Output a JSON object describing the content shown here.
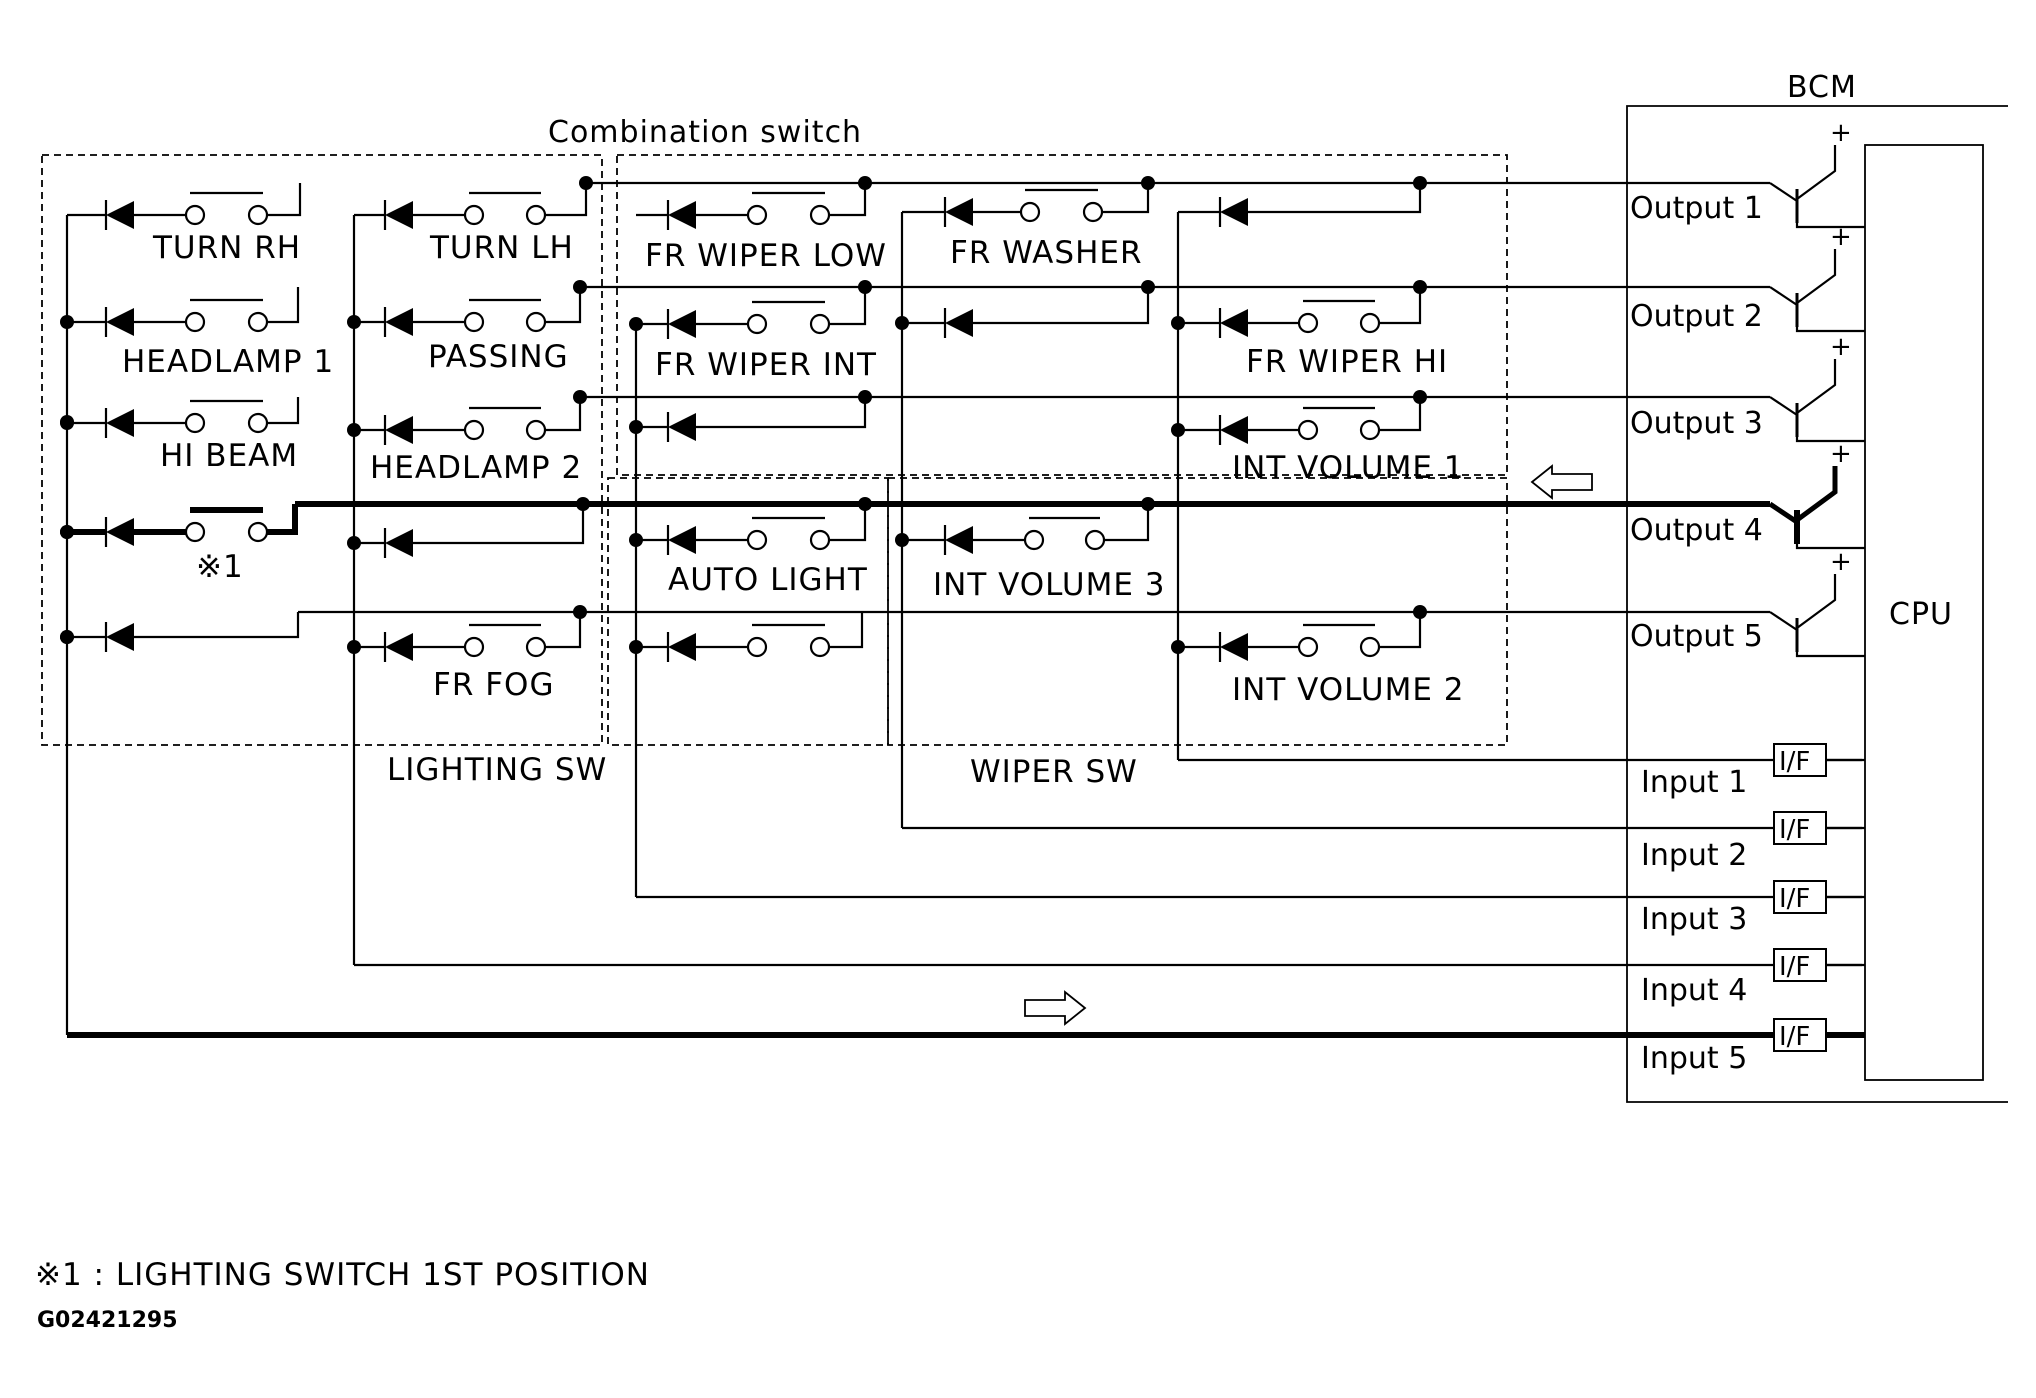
{
  "title": "Combination switch",
  "bcm_label": "BCM",
  "cpu_label": "CPU",
  "lighting_sw_label": "LIGHTING SW",
  "wiper_sw_label": "WIPER SW",
  "switches": {
    "turn_rh": "TURN RH",
    "turn_lh": "TURN LH",
    "fr_wiper_low": "FR WIPER LOW",
    "fr_washer": "FR WASHER",
    "headlamp_1": "HEADLAMP 1",
    "passing": "PASSING",
    "fr_wiper_int": "FR WIPER INT",
    "fr_wiper_hi": "FR WIPER HI",
    "hi_beam": "HI BEAM",
    "headlamp_2": "HEADLAMP 2",
    "int_volume_1": "INT VOLUME 1",
    "note_ref": "※1",
    "auto_light": "AUTO LIGHT",
    "int_volume_3": "INT VOLUME 3",
    "fr_fog": "FR FOG",
    "int_volume_2": "INT VOLUME 2"
  },
  "outputs": [
    "Output 1",
    "Output 2",
    "Output 3",
    "Output 4",
    "Output 5"
  ],
  "inputs": [
    "Input 1",
    "Input 2",
    "Input 3",
    "Input 4",
    "Input 5"
  ],
  "if_label": "I/F",
  "plus": "+",
  "footnote": "※1 : LIGHTING SWITCH 1ST POSITION",
  "figure_code": "G02421295",
  "colors": {
    "line": "#000000",
    "background": "#ffffff"
  }
}
